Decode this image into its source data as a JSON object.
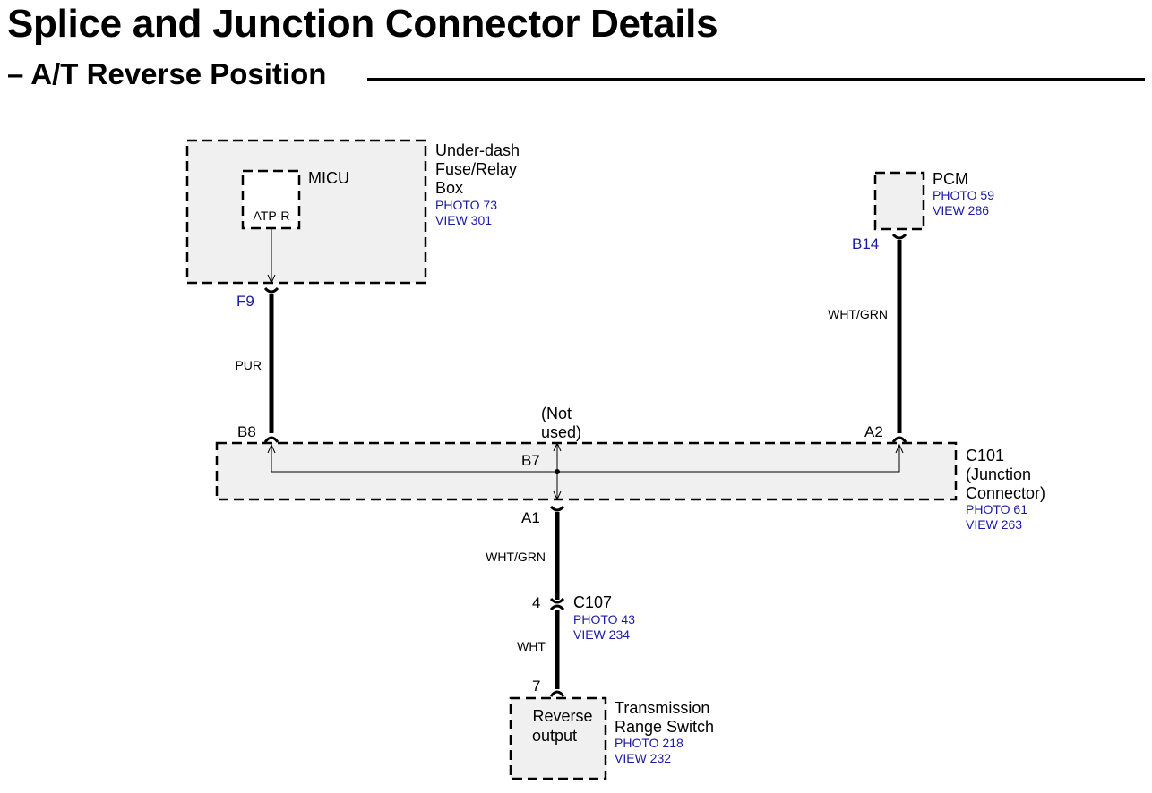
{
  "header": {
    "title": "Splice and Junction Connector Details",
    "subtitle": "– A/T Reverse Position"
  },
  "components": {
    "fuse_box": {
      "name_line1": "Under-dash",
      "name_line2": "Fuse/Relay",
      "name_line3": "Box",
      "photo": "PHOTO 73",
      "view": "VIEW 301",
      "module": "MICU",
      "terminal_label": "ATP-R",
      "pin": "F9"
    },
    "pcm": {
      "name": "PCM",
      "photo": "PHOTO 59",
      "view": "VIEW 286",
      "pin": "B14"
    },
    "junction": {
      "name_line1": "C101",
      "name_line2": "(Junction",
      "name_line3": "Connector)",
      "photo": "PHOTO 61",
      "view": "VIEW 263",
      "pin_b8": "B8",
      "pin_a2": "A2",
      "pin_b7": "B7",
      "pin_a1": "A1",
      "not_used_line1": "(Not",
      "not_used_line2": "used)"
    },
    "inline_connector": {
      "name": "C107",
      "photo": "PHOTO 43",
      "view": "VIEW 234",
      "pin": "4"
    },
    "trs": {
      "name_line1": "Transmission",
      "name_line2": "Range Switch",
      "photo": "PHOTO 218",
      "view": "VIEW 232",
      "inner_line1": "Reverse",
      "inner_line2": "output",
      "pin": "7"
    }
  },
  "wires": {
    "fuse_to_junction": "PUR",
    "pcm_to_junction": "WHT/GRN",
    "junction_to_c107": "WHT/GRN",
    "c107_to_trs": "WHT"
  },
  "colors": {
    "reference_text": "#1a1aa6",
    "component_fill": "#f0f0f0"
  }
}
